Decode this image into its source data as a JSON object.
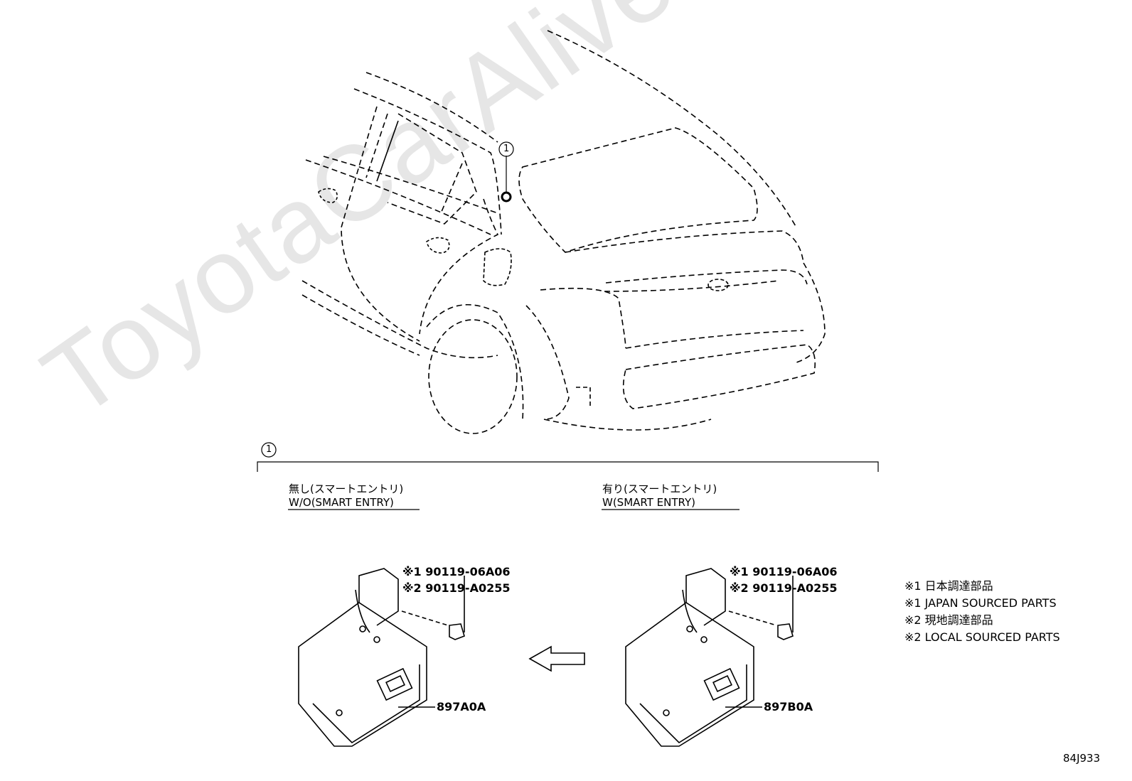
{
  "watermark": "ToyotaCarAlive.ru",
  "callout_number": "1",
  "variants": {
    "left": {
      "label_jp": "無し(スマートエントリ)",
      "label_en": "W/O(SMART ENTRY)",
      "bolt_1": "※1 90119-06A06",
      "bolt_2": "※2 90119-A0255",
      "part_number": "897A0A"
    },
    "right": {
      "label_jp": "有り(スマートエントリ)",
      "label_en": "W(SMART ENTRY)",
      "bolt_1": "※1 90119-06A06",
      "bolt_2": "※2 90119-A0255",
      "part_number": "897B0A"
    }
  },
  "legend": [
    "※1 日本調達部品",
    "※1 JAPAN SOURCED PARTS",
    "※2 現地調達部品",
    "※2 LOCAL SOURCED PARTS"
  ],
  "diagram_id": "84J933"
}
